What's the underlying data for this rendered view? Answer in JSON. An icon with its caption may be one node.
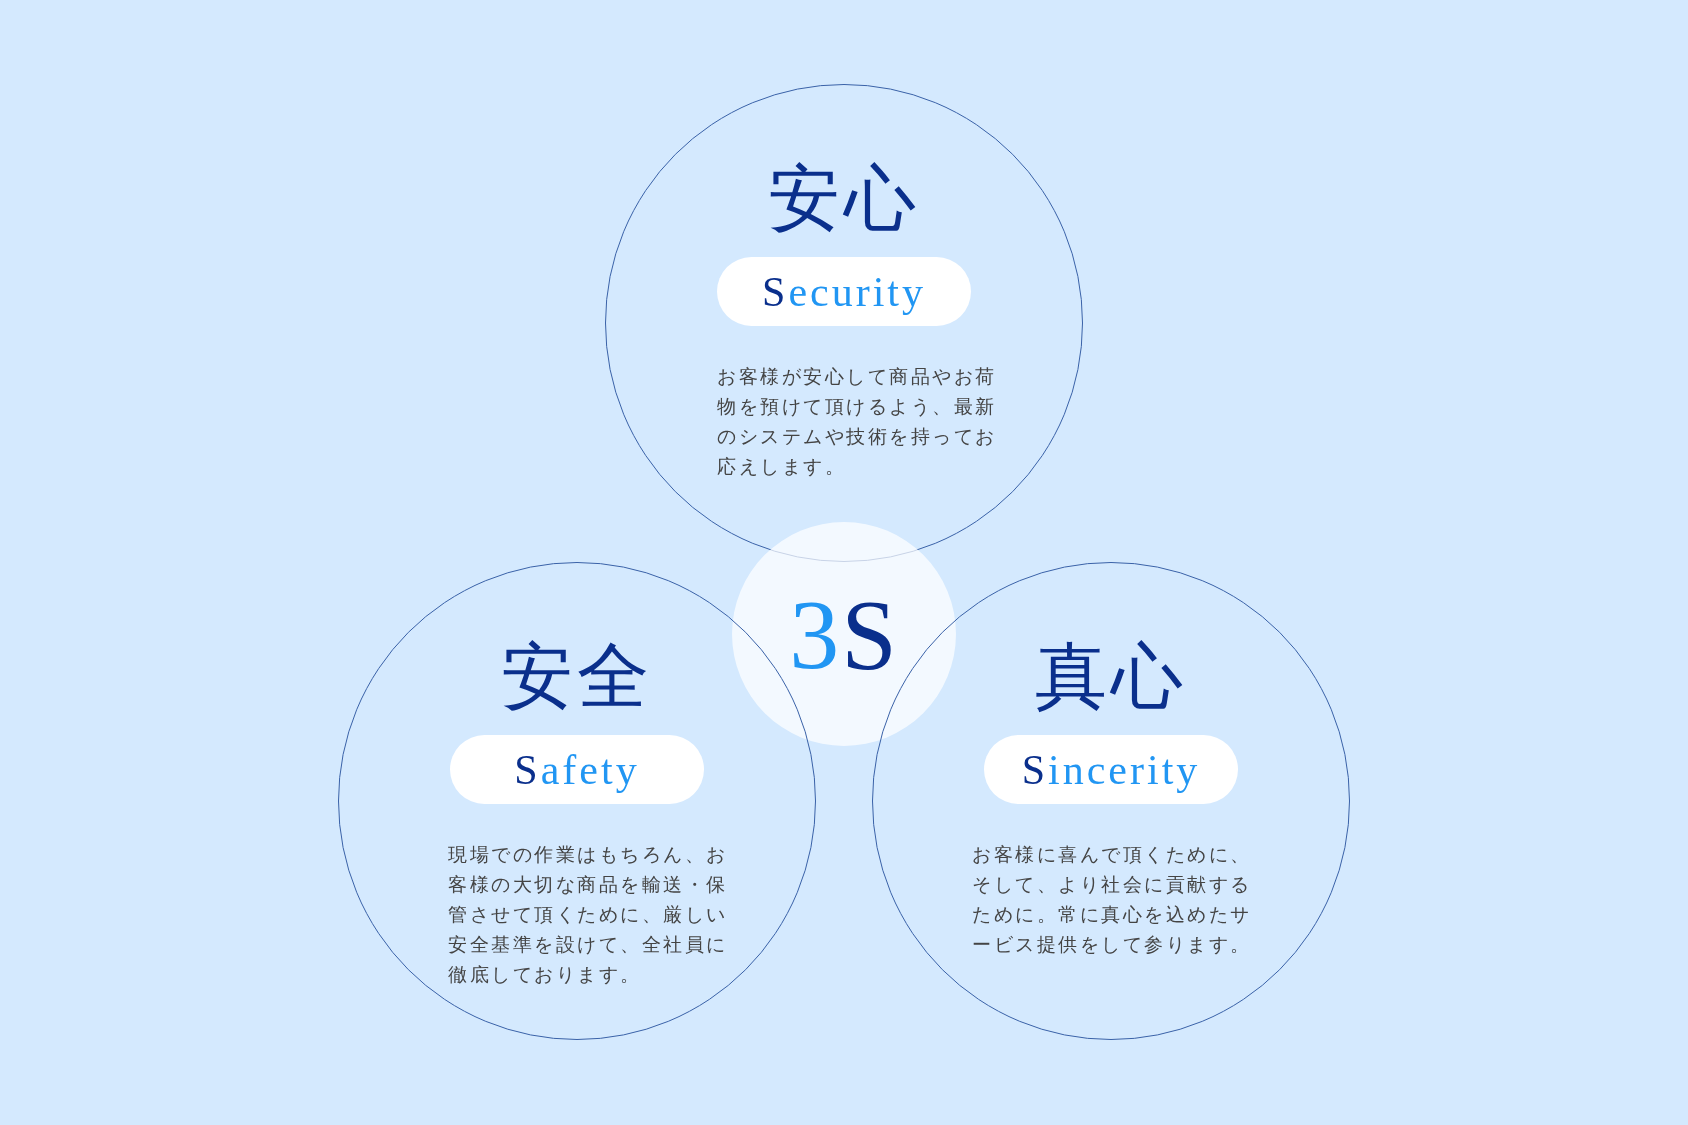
{
  "diagram": {
    "nodes": [
      {
        "text": [
          "安心",
          "お客様が安心して商品やお荷物を預けて頂けるよう、最新のシステムや技術を持ってお応えします。"
        ]
      },
      {
        "text": [
          "Security"
        ],
        "in": 0
      },
      {
        "text": [
          "3S"
        ]
      },
      {
        "text": [
          "安全",
          "現場での作業はもちろん、お客様の大切な商品を輸送・保管させて頂くために、厳しい安全基準を設けて、全社員に徹底しております。"
        ]
      },
      {
        "text": [
          "Safety"
        ],
        "in": 3
      },
      {
        "text": [
          "真心",
          "お客様に喜んで頂くために、そして、より社会に貢献するために。常に真心を込めたサービス提供をして参ります。"
        ]
      },
      {
        "text": [
          "Sincerity"
        ],
        "in": 5
      }
    ]
  }
}
